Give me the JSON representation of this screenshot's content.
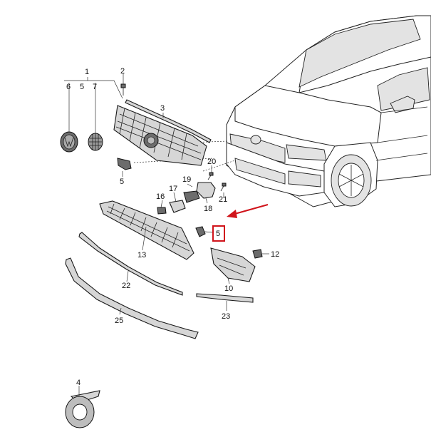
{
  "callouts": {
    "c1": "1",
    "c2": "2",
    "c3": "3",
    "c4": "4",
    "c5a": "5",
    "c5b": "5",
    "c5c": "5",
    "c6": "6",
    "c7": "7",
    "c10": "10",
    "c12": "12",
    "c13": "13",
    "c16": "16",
    "c17": "17",
    "c18": "18",
    "c19": "19",
    "c20": "20",
    "c21": "21",
    "c22": "22",
    "c23": "23",
    "c25": "25"
  },
  "colors": {
    "highlight": "#d0141b",
    "arrow": "#d0141b"
  },
  "highlighted_part": "5"
}
